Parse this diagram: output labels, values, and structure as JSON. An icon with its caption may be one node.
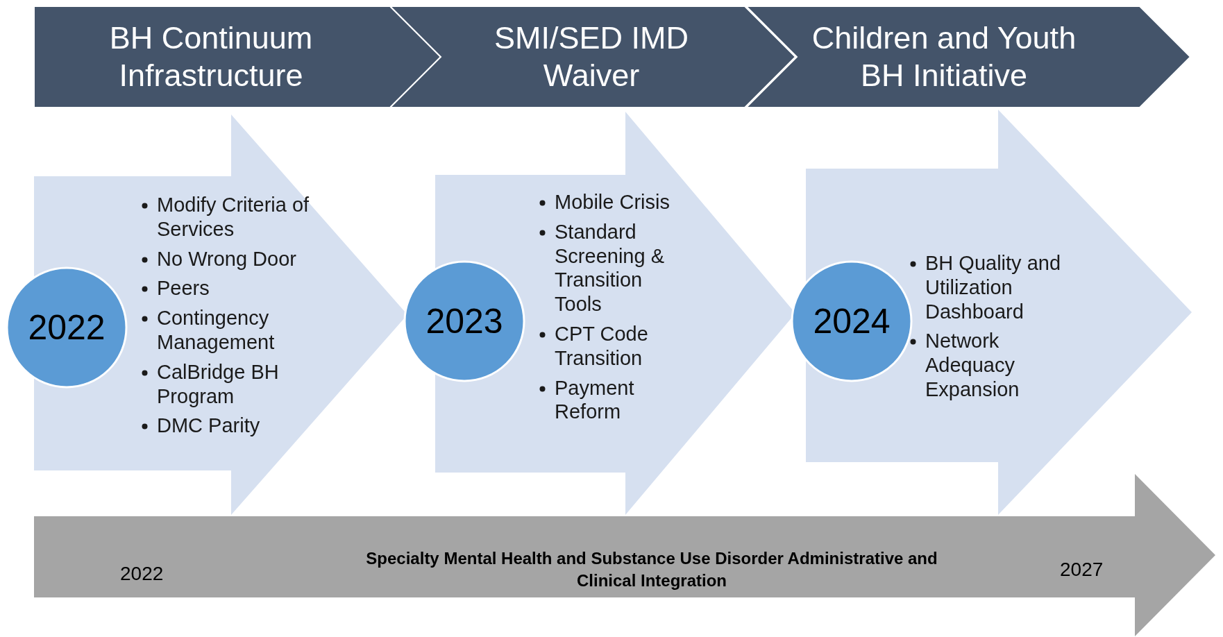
{
  "diagram": {
    "nodes": [
      {
        "text": [
          "BH Continuum Infrastructure"
        ]
      },
      {
        "text": [
          "SMI/SED IMD Waiver"
        ]
      },
      {
        "text": [
          "Children and Youth BH Initiative"
        ]
      },
      {
        "text": [
          "Modify Criteria of Services",
          "No Wrong Door",
          "Peers",
          "Contingency Management",
          "CalBridge BH Program",
          "DMC Parity"
        ]
      },
      {
        "text": [
          "2022"
        ]
      },
      {
        "text": [
          "Mobile Crisis",
          "Standard Screening & Transition Tools",
          "CPT Code Transition",
          "Payment Reform"
        ]
      },
      {
        "text": [
          "2023"
        ]
      },
      {
        "text": [
          "BH Quality and Utilization Dashboard",
          "Network Adequacy Expansion"
        ]
      },
      {
        "text": [
          "2024"
        ]
      },
      {
        "text": [
          "2022",
          "Specialty Mental Health and Substance Use Disorder Administrative and Clinical Integration",
          "2027"
        ]
      }
    ],
    "edges": []
  }
}
